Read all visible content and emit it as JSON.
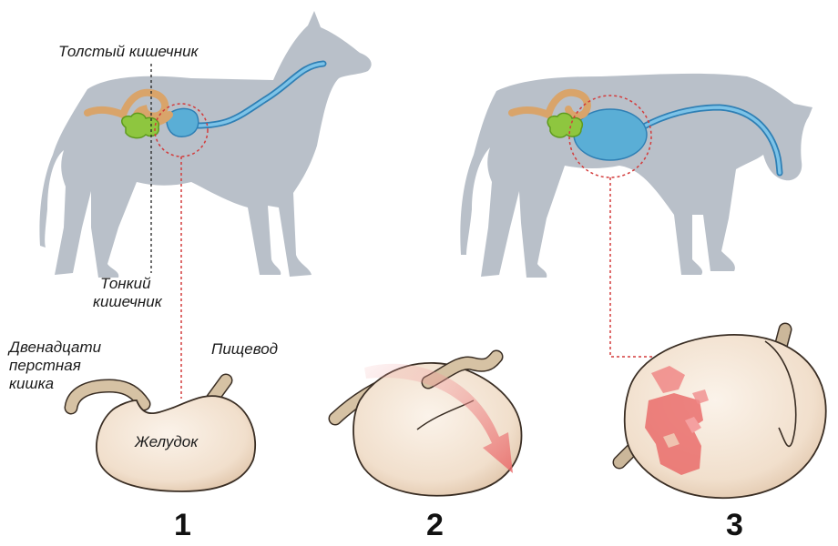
{
  "labels": {
    "large_intestine": "Толстый кишечник",
    "small_intestine_line1": "Тонкий",
    "small_intestine_line2": "кишечник",
    "duodenum_line1": "Двенадцати",
    "duodenum_line2": "перстная",
    "duodenum_line3": "кишка",
    "esophagus": "Пищевод",
    "stomach": "Желудок"
  },
  "stages": [
    "1",
    "2",
    "3"
  ],
  "colors": {
    "dog_silhouette": "#b9c0c9",
    "stomach_blue": "#5aaed6",
    "esophagus_outline": "#2f7fb4",
    "small_intestine": "#8ec63f",
    "large_intestine": "#d9a46a",
    "leader_red": "#d33b3b",
    "stomach_skin": "#f3e3d3",
    "stomach_outline": "#3a2e24",
    "tube": "#cbb79a",
    "arrow": "#ef8a8a",
    "necrosis": "#e85c5c"
  },
  "icons": [
    "dog-silhouette-normal",
    "dog-silhouette-bloated",
    "stomach-normal",
    "stomach-twisting",
    "stomach-distended"
  ]
}
